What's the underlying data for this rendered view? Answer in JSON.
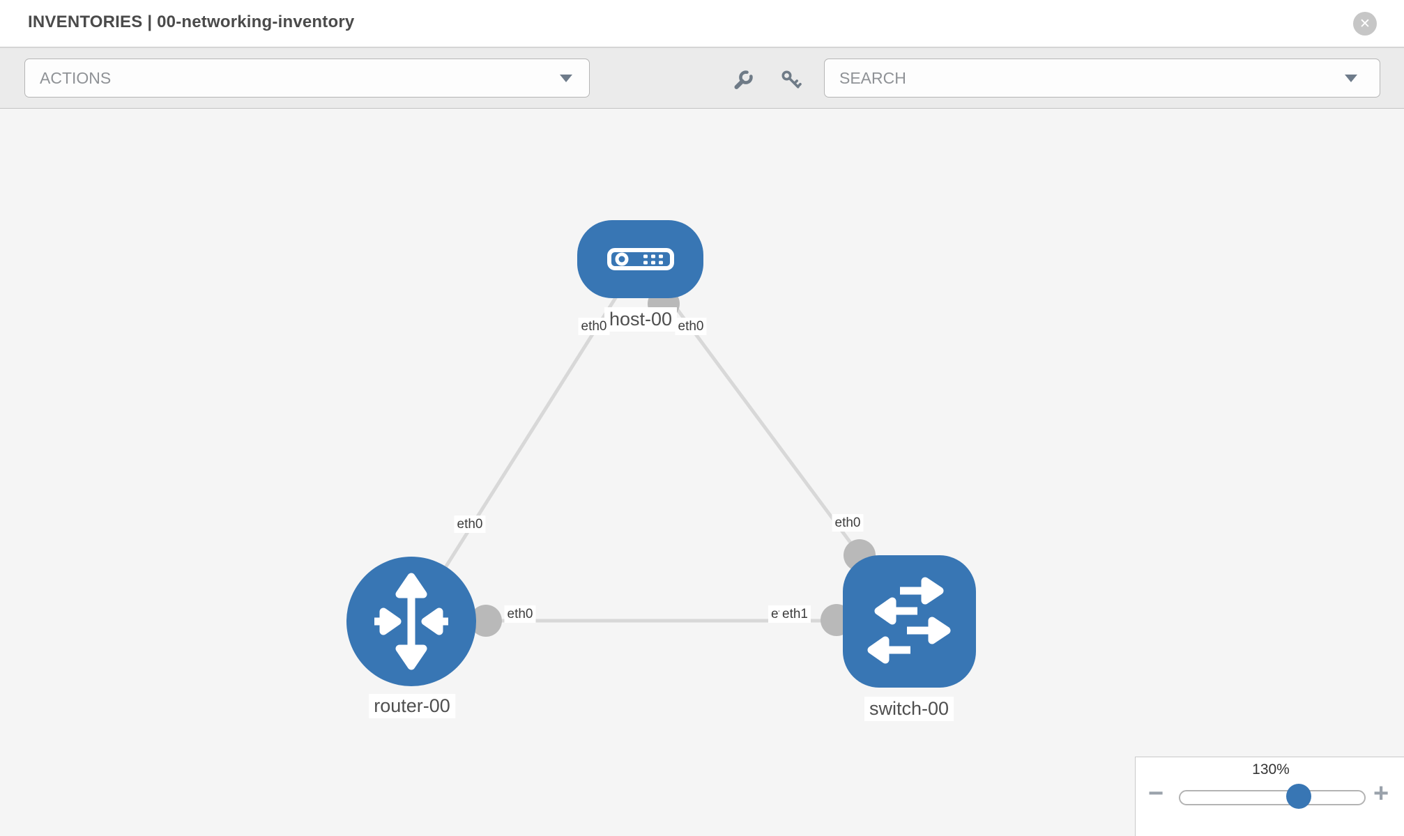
{
  "header": {
    "title": "INVENTORIES | 00-networking-inventory",
    "close_glyph": "✕"
  },
  "toolbar": {
    "actions_label": "ACTIONS",
    "search_placeholder": "SEARCH"
  },
  "topology": {
    "nodes": [
      {
        "id": "host-00",
        "type": "host",
        "label": "host-00"
      },
      {
        "id": "router-00",
        "type": "router",
        "label": "router-00"
      },
      {
        "id": "switch-00",
        "type": "switch",
        "label": "switch-00"
      }
    ],
    "links": [
      {
        "from": "host-00",
        "from_port": "eth0",
        "to": "router-00",
        "to_port": "eth0"
      },
      {
        "from": "host-00",
        "from_port": "eth0",
        "to": "switch-00",
        "to_port": "eth0"
      },
      {
        "from": "router-00",
        "from_port": "eth0",
        "to": "switch-00",
        "to_port": "eth1"
      }
    ],
    "overlapped_port_label": "eth0"
  },
  "zoom_control": {
    "value": "130%",
    "minus_glyph": "−",
    "plus_glyph": "+"
  },
  "colors": {
    "node_fill": "#3876b4",
    "link_stroke": "#d8d8d8",
    "connector_fill": "#b9b9b9",
    "toolbar_bg": "#ebebeb",
    "canvas_bg": "#f5f5f5",
    "icon_gray": "#6f7b87"
  }
}
